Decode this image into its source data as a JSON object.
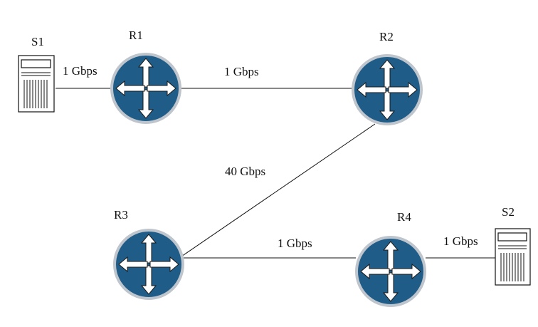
{
  "nodes": {
    "s1": {
      "label": "S1"
    },
    "s2": {
      "label": "S2"
    },
    "r1": {
      "label": "R1"
    },
    "r2": {
      "label": "R2"
    },
    "r3": {
      "label": "R3"
    },
    "r4": {
      "label": "R4"
    }
  },
  "links": {
    "s1_r1": "1 Gbps",
    "r1_r2": "1 Gbps",
    "r2_r3": "40 Gbps",
    "r3_r4": "1 Gbps",
    "r4_s2": "1 Gbps"
  },
  "colors": {
    "router_fill": "#1f5c87",
    "router_ring": "#bfc5cc",
    "line": "#111111"
  },
  "icons": {
    "router": "router-arrows-icon",
    "server": "server-tower-icon"
  }
}
